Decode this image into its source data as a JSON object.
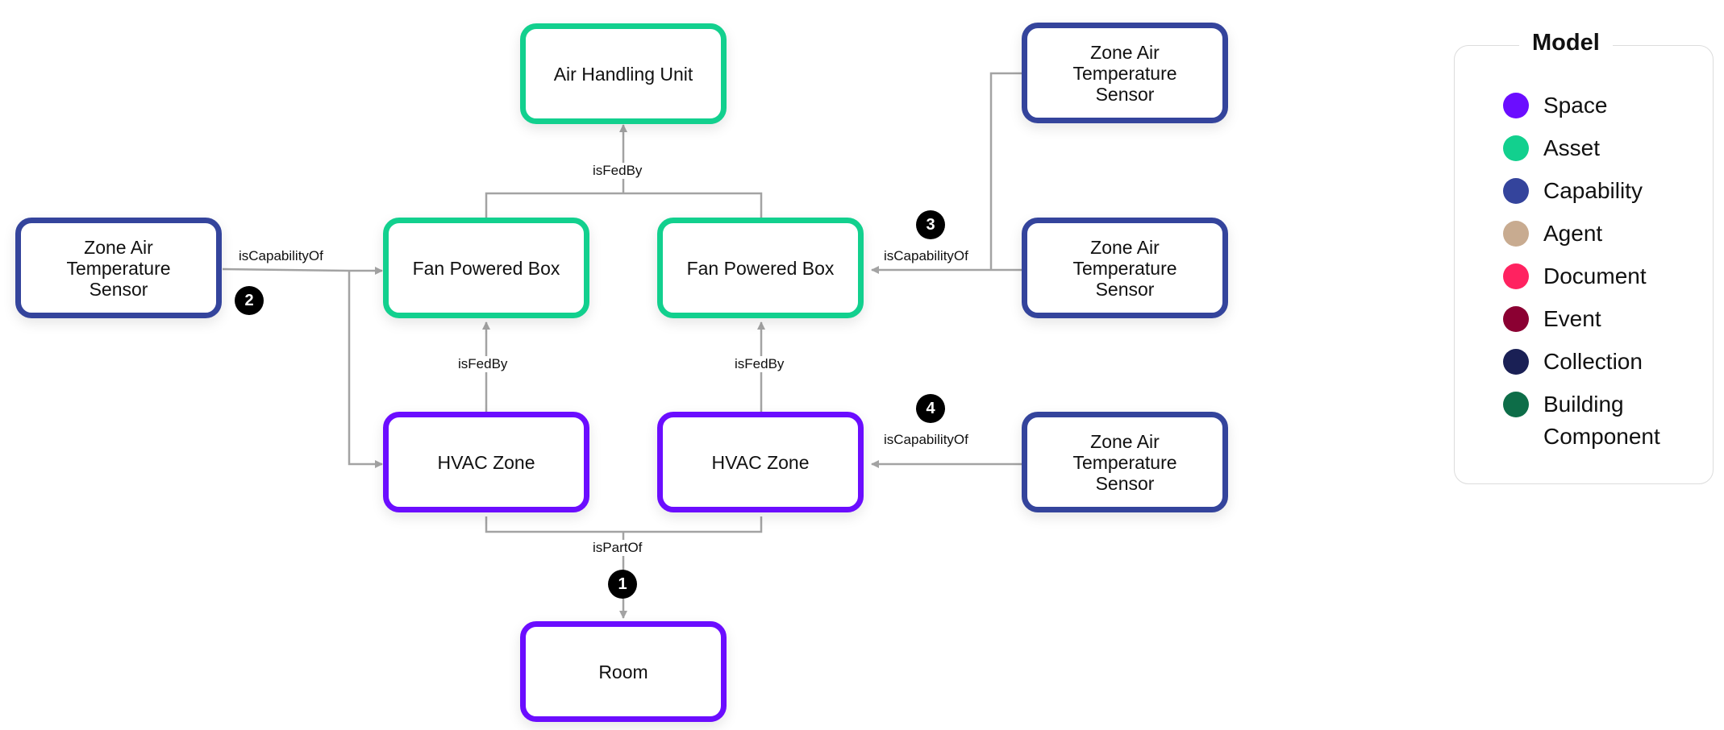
{
  "nodes": {
    "ahu": {
      "label": "Air Handling Unit",
      "category": "asset"
    },
    "fpb_left": {
      "label": "Fan Powered Box",
      "category": "asset"
    },
    "fpb_right": {
      "label": "Fan Powered Box",
      "category": "asset"
    },
    "zone_left": {
      "label": "HVAC Zone",
      "category": "space"
    },
    "zone_right": {
      "label": "HVAC Zone",
      "category": "space"
    },
    "room": {
      "label": "Room",
      "category": "space"
    },
    "sensor_left": {
      "label": "Zone Air\nTemperature\nSensor",
      "category": "capability"
    },
    "sensor_top_right": {
      "label": "Zone Air\nTemperature\nSensor",
      "category": "capability"
    },
    "sensor_mid_right": {
      "label": "Zone Air\nTemperature\nSensor",
      "category": "capability"
    },
    "sensor_bottom_right": {
      "label": "Zone Air\nTemperature\nSensor",
      "category": "capability"
    }
  },
  "edges": {
    "fpbs_to_ahu": "isFedBy",
    "zone_left_to_fpb": "isFedBy",
    "zone_right_to_fpb": "isFedBy",
    "zones_to_room": "isPartOf",
    "sensor_left_to_fpb_and_zone": "isCapabilityOf",
    "sensors_right_to_fpb": "isCapabilityOf",
    "sensor_to_zone_right": "isCapabilityOf"
  },
  "badges": {
    "b1": "1",
    "b2": "2",
    "b3": "3",
    "b4": "4"
  },
  "legend": {
    "title": "Model",
    "items": [
      {
        "label": "Space",
        "color": "#6b0dff"
      },
      {
        "label": "Asset",
        "color": "#12d08e"
      },
      {
        "label": "Capability",
        "color": "#34449c"
      },
      {
        "label": "Agent",
        "color": "#c8ab90"
      },
      {
        "label": "Document",
        "color": "#ff2260"
      },
      {
        "label": "Event",
        "color": "#8b0032"
      },
      {
        "label": "Collection",
        "color": "#1a2055"
      },
      {
        "label": "Building\nComponent",
        "color": "#0d6d48"
      }
    ]
  },
  "colors": {
    "connector": "#a3a3a3",
    "badge": "#000000"
  }
}
